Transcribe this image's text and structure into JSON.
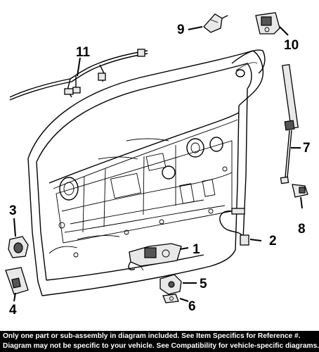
{
  "callouts": {
    "c1": "1",
    "c2": "2",
    "c3": "3",
    "c4": "4",
    "c5": "5",
    "c6": "6",
    "c7": "7",
    "c8": "8",
    "c9": "9",
    "c10": "10",
    "c11": "11"
  },
  "footer": {
    "line1": "Only one part or sub-assembly in diagram included. See Item Specifics for Reference #.",
    "line2": "Diagram may not be specific to your vehicle. See Compatibility for vehicle-specific diagrams."
  }
}
